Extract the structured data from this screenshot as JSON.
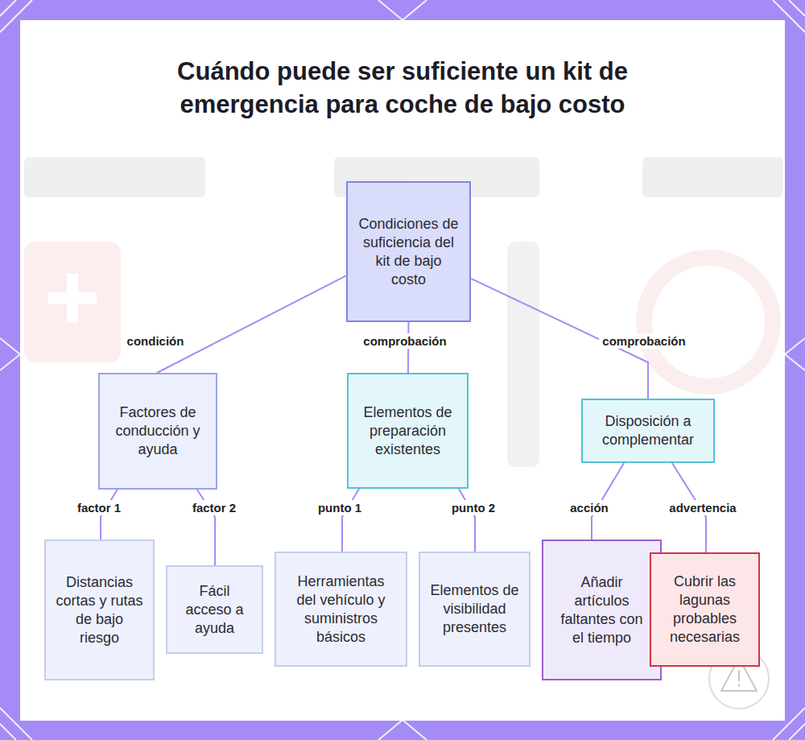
{
  "diagram": {
    "title": "Cuándo puede ser suficiente un kit de emergencia para coche de bajo costo",
    "nodes": [
      {
        "text": [
          "Condiciones de suficiencia del kit de bajo costo"
        ]
      },
      {
        "text": [
          "Factores de conducción y ayuda"
        ]
      },
      {
        "text": [
          "Elementos de preparación existentes"
        ]
      },
      {
        "text": [
          "Disposición a complementar"
        ]
      },
      {
        "text": [
          "Distancias cortas y rutas de bajo riesgo"
        ]
      },
      {
        "text": [
          "Fácil acceso a ayuda"
        ]
      },
      {
        "text": [
          "Herramientas del vehículo y suministros básicos"
        ]
      },
      {
        "text": [
          "Elementos de visibilidad presentes"
        ]
      },
      {
        "text": [
          "Añadir artículos faltantes con el tiempo"
        ]
      },
      {
        "text": [
          "Cubrir las lagunas probables necesarias"
        ]
      }
    ],
    "edges": [
      {
        "from": 0,
        "to": 1,
        "label": "condición",
        "arrow": "none"
      },
      {
        "from": 0,
        "to": 2,
        "label": "comprobación",
        "arrow": "none"
      },
      {
        "from": 0,
        "to": 3,
        "label": "comprobación",
        "arrow": "none"
      },
      {
        "from": 1,
        "to": 4,
        "label": "factor 1",
        "arrow": "none"
      },
      {
        "from": 1,
        "to": 5,
        "label": "factor 2",
        "arrow": "none"
      },
      {
        "from": 2,
        "to": 6,
        "label": "punto 1",
        "arrow": "none"
      },
      {
        "from": 2,
        "to": 7,
        "label": "punto 2",
        "arrow": "none"
      },
      {
        "from": 3,
        "to": 8,
        "label": "acción",
        "arrow": "none"
      },
      {
        "from": 3,
        "to": 9,
        "label": "advertencia",
        "arrow": "none"
      }
    ]
  }
}
